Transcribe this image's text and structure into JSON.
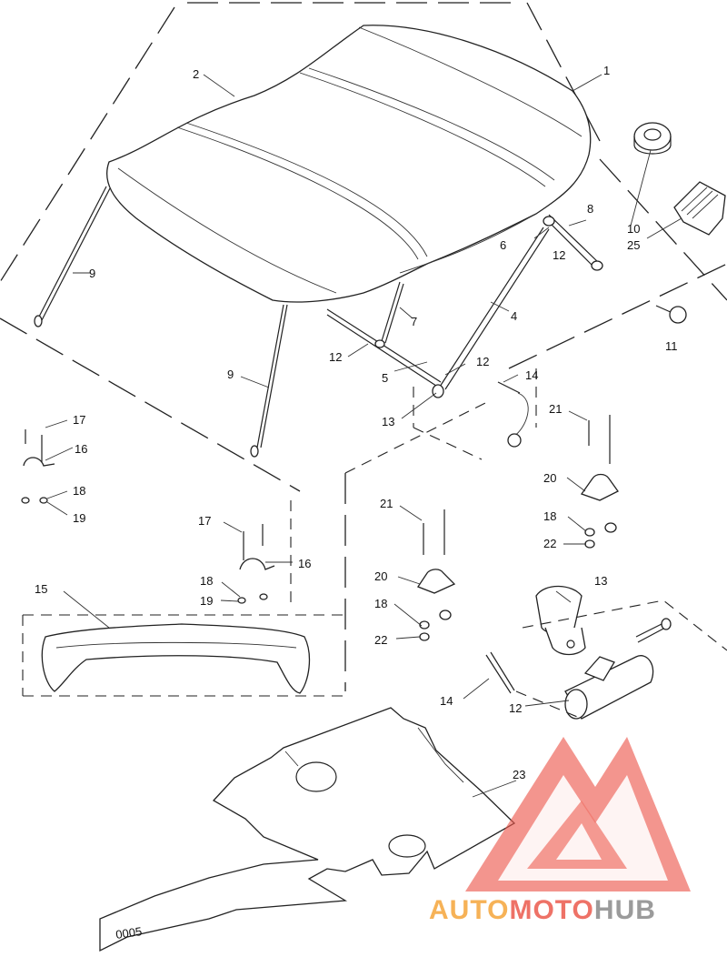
{
  "callouts": [
    {
      "id": "c1",
      "label": "1"
    },
    {
      "id": "c2",
      "label": "2"
    },
    {
      "id": "c4",
      "label": "4"
    },
    {
      "id": "c5",
      "label": "5"
    },
    {
      "id": "c6",
      "label": "6"
    },
    {
      "id": "c7",
      "label": "7"
    },
    {
      "id": "c8",
      "label": "8"
    },
    {
      "id": "c9a",
      "label": "9"
    },
    {
      "id": "c9b",
      "label": "9"
    },
    {
      "id": "c10",
      "label": "10"
    },
    {
      "id": "c11",
      "label": "11"
    },
    {
      "id": "c12a",
      "label": "12"
    },
    {
      "id": "c12b",
      "label": "12"
    },
    {
      "id": "c12c",
      "label": "12"
    },
    {
      "id": "c12d",
      "label": "12"
    },
    {
      "id": "c13a",
      "label": "13"
    },
    {
      "id": "c13b",
      "label": "13"
    },
    {
      "id": "c14a",
      "label": "14"
    },
    {
      "id": "c14b",
      "label": "14"
    },
    {
      "id": "c15",
      "label": "15"
    },
    {
      "id": "c16a",
      "label": "16"
    },
    {
      "id": "c16b",
      "label": "16"
    },
    {
      "id": "c17a",
      "label": "17"
    },
    {
      "id": "c17b",
      "label": "17"
    },
    {
      "id": "c18a",
      "label": "18"
    },
    {
      "id": "c18b",
      "label": "18"
    },
    {
      "id": "c18c",
      "label": "18"
    },
    {
      "id": "c18d",
      "label": "18"
    },
    {
      "id": "c19a",
      "label": "19"
    },
    {
      "id": "c19b",
      "label": "19"
    },
    {
      "id": "c20a",
      "label": "20"
    },
    {
      "id": "c20b",
      "label": "20"
    },
    {
      "id": "c21a",
      "label": "21"
    },
    {
      "id": "c21b",
      "label": "21"
    },
    {
      "id": "c22a",
      "label": "22"
    },
    {
      "id": "c22b",
      "label": "22"
    },
    {
      "id": "c23",
      "label": "23"
    },
    {
      "id": "c25",
      "label": "25"
    }
  ],
  "mat_marking": "0005",
  "watermark": {
    "part1": "AUTO",
    "part2": "MOTO",
    "part3": "HUB",
    "color_orange": "#f5a53a",
    "color_red": "#ec5a4d",
    "color_gray": "#8a8a8a"
  }
}
